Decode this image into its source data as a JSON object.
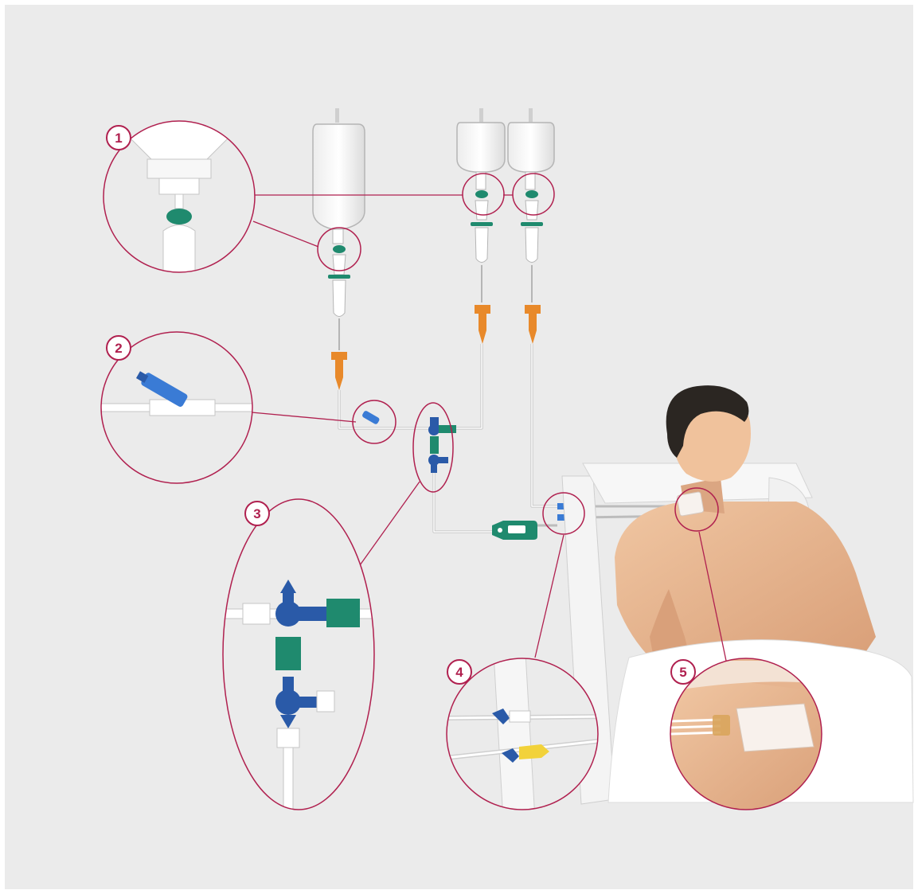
{
  "colors": {
    "background": "#ebebeb",
    "outer": "#ffffff",
    "accent": "#b0204f",
    "tube": "#ffffff",
    "tube_outline": "#b8b8b8",
    "clamp_green": "#1f8a6e",
    "spike_orange": "#e8892a",
    "stopcock_blue": "#2a5aa8",
    "skin": "#e8b994",
    "hair": "#2b2622"
  },
  "callouts": [
    {
      "number": "1",
      "icon": "drip-chamber-roller-clamp-icon"
    },
    {
      "number": "2",
      "icon": "needle-free-connector-icon"
    },
    {
      "number": "3",
      "icon": "three-way-stopcock-manifold-icon"
    },
    {
      "number": "4",
      "icon": "line-connectors-icon"
    },
    {
      "number": "5",
      "icon": "catheter-dressing-icon"
    }
  ]
}
